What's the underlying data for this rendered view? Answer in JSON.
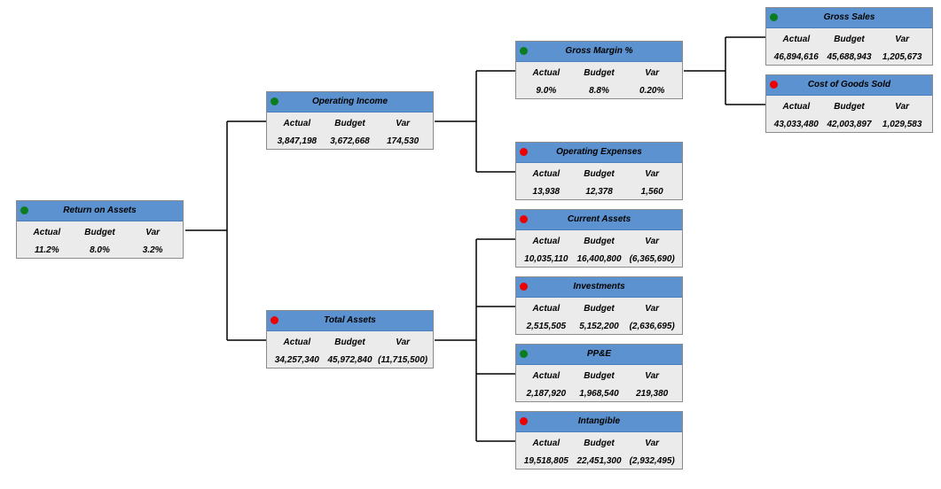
{
  "colors": {
    "good": "#0a7d1e",
    "bad": "#ee0000",
    "header": "#5b92cf"
  },
  "nodes": {
    "roa": {
      "title": "Return on Assets",
      "status": "good",
      "headers": [
        "Actual",
        "Budget",
        "Var"
      ],
      "actual": "11.2%",
      "budget": "8.0%",
      "var": "3.2%"
    },
    "operating_income": {
      "title": "Operating Income",
      "status": "good",
      "headers": [
        "Actual",
        "Budget",
        "Var"
      ],
      "actual": "3,847,198",
      "budget": "3,672,668",
      "var": "174,530"
    },
    "total_assets": {
      "title": "Total Assets",
      "status": "bad",
      "headers": [
        "Actual",
        "Budget",
        "Var"
      ],
      "actual": "34,257,340",
      "budget": "45,972,840",
      "var": "(11,715,500)"
    },
    "gross_margin": {
      "title": "Gross Margin %",
      "status": "good",
      "headers": [
        "Actual",
        "Budget",
        "Var"
      ],
      "actual": "9.0%",
      "budget": "8.8%",
      "var": "0.20%"
    },
    "operating_expenses": {
      "title": "Operating Expenses",
      "status": "bad",
      "headers": [
        "Actual",
        "Budget",
        "Var"
      ],
      "actual": "13,938",
      "budget": "12,378",
      "var": "1,560"
    },
    "current_assets": {
      "title": "Current Assets",
      "status": "bad",
      "headers": [
        "Actual",
        "Budget",
        "Var"
      ],
      "actual": "10,035,110",
      "budget": "16,400,800",
      "var": "(6,365,690)"
    },
    "investments": {
      "title": "Investments",
      "status": "bad",
      "headers": [
        "Actual",
        "Budget",
        "Var"
      ],
      "actual": "2,515,505",
      "budget": "5,152,200",
      "var": "(2,636,695)"
    },
    "ppe": {
      "title": "PP&E",
      "status": "good",
      "headers": [
        "Actual",
        "Budget",
        "Var"
      ],
      "actual": "2,187,920",
      "budget": "1,968,540",
      "var": "219,380"
    },
    "intangible": {
      "title": "Intangible",
      "status": "bad",
      "headers": [
        "Actual",
        "Budget",
        "Var"
      ],
      "actual": "19,518,805",
      "budget": "22,451,300",
      "var": "(2,932,495)"
    },
    "gross_sales": {
      "title": "Gross Sales",
      "status": "good",
      "headers": [
        "Actual",
        "Budget",
        "Var"
      ],
      "actual": "46,894,616",
      "budget": "45,688,943",
      "var": "1,205,673"
    },
    "cogs": {
      "title": "Cost of Goods Sold",
      "status": "bad",
      "headers": [
        "Actual",
        "Budget",
        "Var"
      ],
      "actual": "43,033,480",
      "budget": "42,003,897",
      "var": "1,029,583"
    }
  }
}
